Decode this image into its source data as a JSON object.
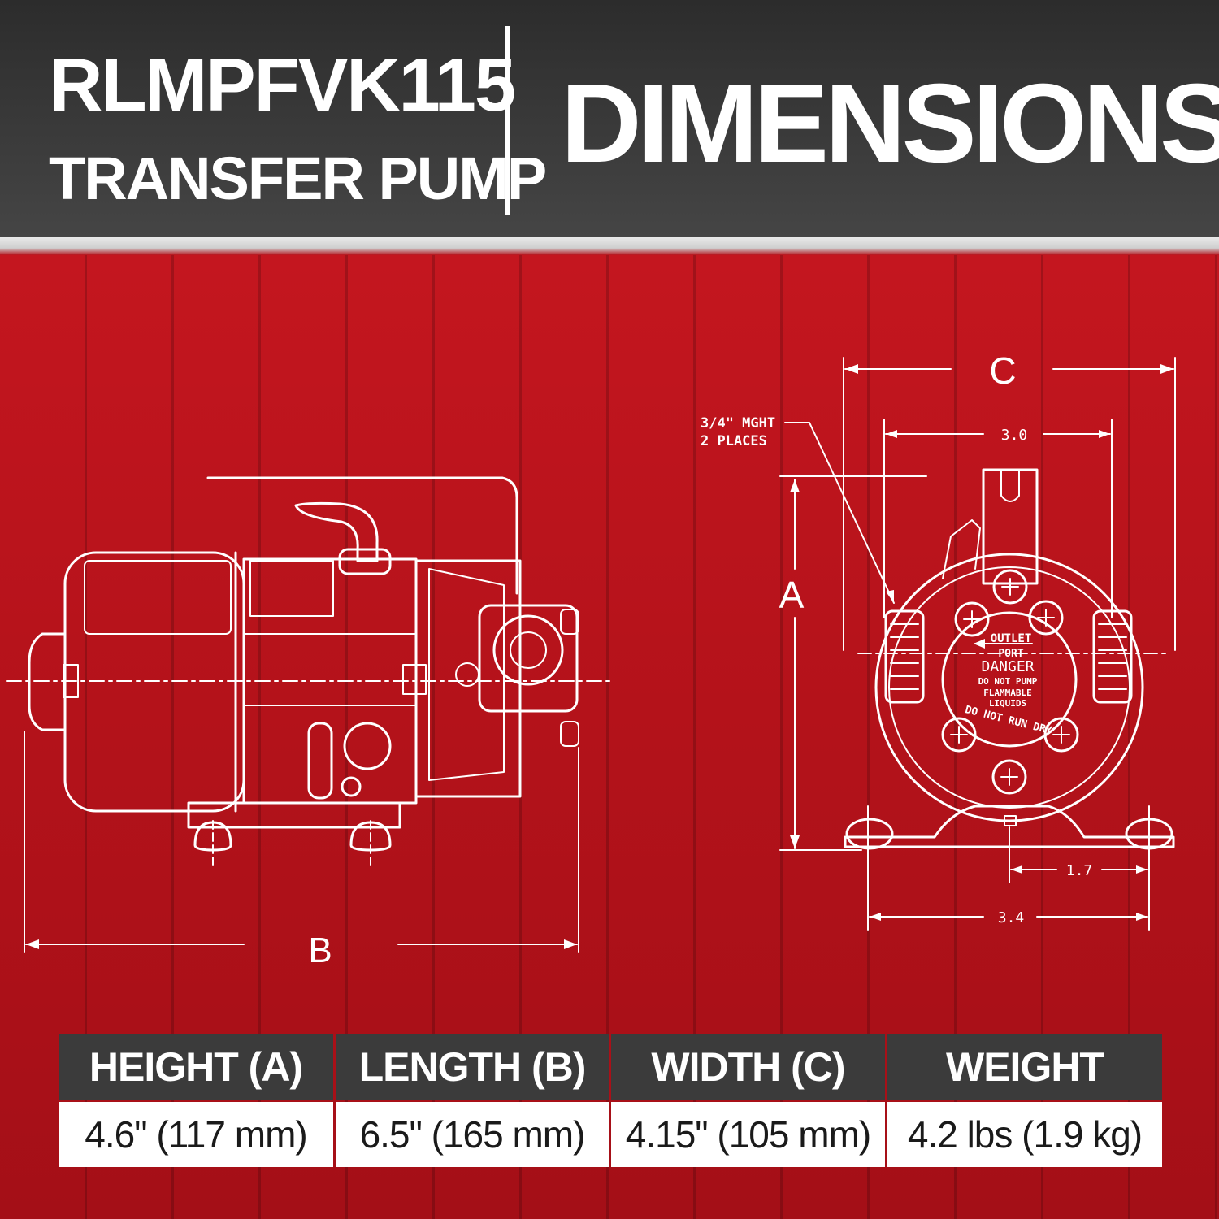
{
  "header": {
    "model": "RLMPFVK115",
    "subtitle": "TRANSFER PUMP",
    "title": "DIMENSIONS"
  },
  "diagram": {
    "labels": {
      "a": "A",
      "b": "B",
      "c": "C",
      "dim_3_0": "3.0",
      "dim_1_7": "1.7",
      "dim_3_4": "3.4",
      "callout_line1": "3/4\" MGHT",
      "callout_line2": "2 PLACES",
      "outlet_line1": "OUTLET",
      "outlet_line2": "PORT",
      "danger": "DANGER",
      "warn_line1": "DO NOT PUMP",
      "warn_line2": "FLAMMABLE",
      "warn_line3": "LIQUIDS",
      "run_dry": "DO NOT RUN DRY"
    }
  },
  "table": {
    "headers": [
      "HEIGHT (A)",
      "LENGTH (B)",
      "WIDTH (C)",
      "WEIGHT"
    ],
    "values": [
      "4.6\" (117 mm)",
      "6.5\" (165 mm)",
      "4.15\" (105 mm)",
      "4.2 lbs (1.9 kg)"
    ]
  },
  "colors": {
    "header_bg": "#3a3a3a",
    "background_red": "#b5121b",
    "line_white": "#ffffff"
  }
}
